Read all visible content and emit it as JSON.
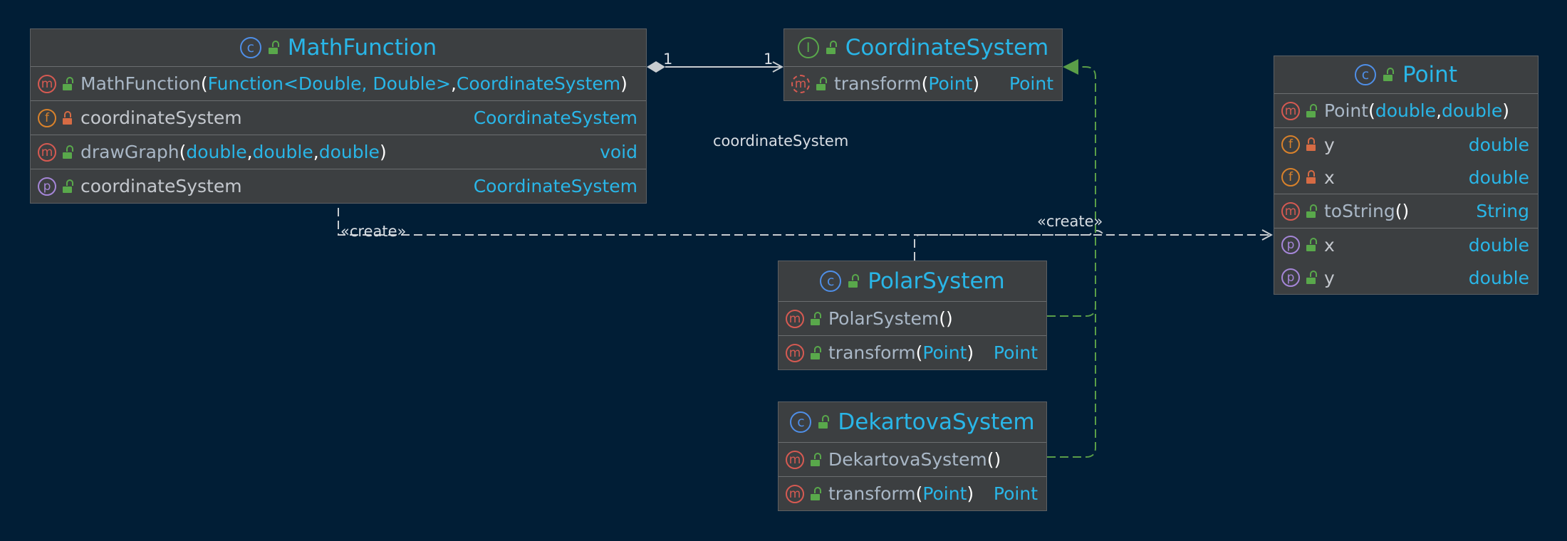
{
  "classes": {
    "math_function": {
      "name": "MathFunction",
      "kind": "class",
      "constructor": {
        "name": "MathFunction",
        "params": [
          "Function<Double, Double>",
          "CoordinateSystem"
        ]
      },
      "field": {
        "name": "coordinateSystem",
        "type": "CoordinateSystem"
      },
      "method": {
        "name": "drawGraph",
        "params": [
          "double",
          "double",
          "double"
        ],
        "type": "void"
      },
      "property": {
        "name": "coordinateSystem",
        "type": "CoordinateSystem"
      }
    },
    "coordinate_system": {
      "name": "CoordinateSystem",
      "kind": "interface",
      "method": {
        "name": "transform",
        "params": [
          "Point"
        ],
        "type": "Point"
      }
    },
    "point": {
      "name": "Point",
      "kind": "class",
      "constructor": {
        "name": "Point",
        "params": [
          "double",
          "double"
        ]
      },
      "fields": [
        {
          "name": "y",
          "type": "double"
        },
        {
          "name": "x",
          "type": "double"
        }
      ],
      "method": {
        "name": "toString",
        "type": "String"
      },
      "properties": [
        {
          "name": "x",
          "type": "double"
        },
        {
          "name": "y",
          "type": "double"
        }
      ]
    },
    "polar_system": {
      "name": "PolarSystem",
      "kind": "class",
      "constructor": {
        "name": "PolarSystem"
      },
      "method": {
        "name": "transform",
        "params": [
          "Point"
        ],
        "type": "Point"
      }
    },
    "dekartova_system": {
      "name": "DekartovaSystem",
      "kind": "class",
      "constructor": {
        "name": "DekartovaSystem"
      },
      "method": {
        "name": "transform",
        "params": [
          "Point"
        ],
        "type": "Point"
      }
    }
  },
  "edge_labels": {
    "composition_source_multiplicity": "1",
    "composition_target_multiplicity": "1",
    "composition_role": "coordinateSystem",
    "create_from_math_function": "«create»",
    "create_from_polar_system": "«create»"
  },
  "colors": {
    "background": "#011e36",
    "class_box": "#3c3f41",
    "class_name": "#29b6e8",
    "type_text": "#29b6e8",
    "realization_edge": "#5a9e48",
    "association_edge": "#c8ccd0"
  }
}
